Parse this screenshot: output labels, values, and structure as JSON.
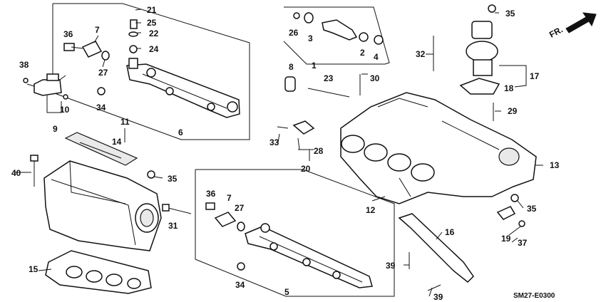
{
  "diagram": {
    "code": "SM27-E0300",
    "direction_label": "FR.",
    "callouts": [
      "1",
      "2",
      "3",
      "4",
      "5",
      "6",
      "7",
      "7",
      "8",
      "9",
      "10",
      "11",
      "12",
      "13",
      "14",
      "15",
      "16",
      "17",
      "18",
      "19",
      "20",
      "21",
      "22",
      "23",
      "24",
      "25",
      "26",
      "27",
      "27",
      "28",
      "29",
      "30",
      "31",
      "32",
      "33",
      "34",
      "34",
      "35",
      "35",
      "35",
      "35",
      "36",
      "36",
      "37",
      "38",
      "39",
      "39",
      "40"
    ]
  }
}
